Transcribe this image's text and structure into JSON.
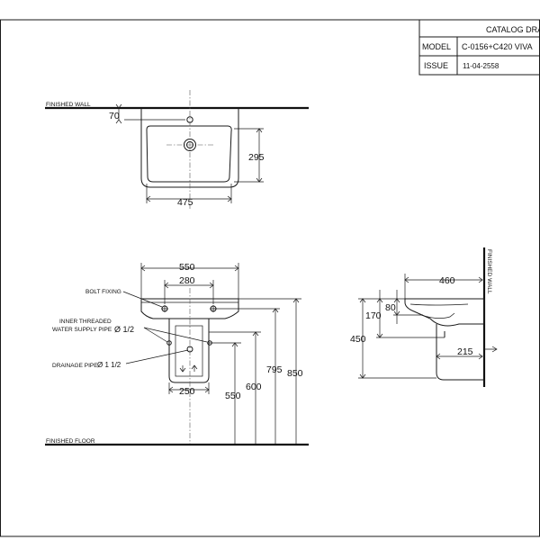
{
  "title_block": {
    "header": "CATALOG DRA",
    "model_label": "MODEL",
    "model_value": "C-0156+C420 VIVA",
    "issue_label": "ISSUE",
    "issue_value": "11-04-2558"
  },
  "labels": {
    "finished_wall_top": "FINISHED WALL",
    "finished_wall_side": "FINISHED WALL",
    "finished_floor": "FINISHED FLOOR",
    "bolt_fixing": "BOLT FIXING",
    "water_supply_line1": "INNER THREADED",
    "water_supply_line2": "WATER SUPPLY PIPE",
    "water_supply_size": "Ø 1/2",
    "drainage_pipe": "DRAINAGE PIPE",
    "drainage_size": "Ø 1 1/2"
  },
  "dimensions": {
    "top_offset": "70",
    "top_depth": "295",
    "top_width": "475",
    "front_width": "550",
    "bolt_spacing": "280",
    "pedestal_width": "250",
    "h_550": "550",
    "h_600": "600",
    "h_795": "795",
    "h_850": "850",
    "side_depth": "460",
    "side_170": "170",
    "side_80": "80",
    "side_450": "450",
    "side_215": "215"
  }
}
